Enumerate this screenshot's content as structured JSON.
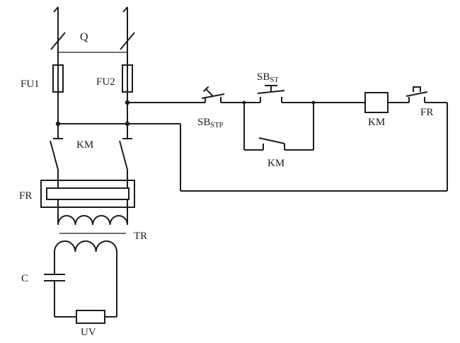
{
  "colors": {
    "line": "#1c1c1c",
    "background": "#ffffff"
  },
  "labels": {
    "q": "Q",
    "fu1": "FU1",
    "fu2": "FU2",
    "km_main": "KM",
    "fr_heater": "FR",
    "tr": "TR",
    "c": "C",
    "uv": "UV",
    "sb_stp_base": "SB",
    "sb_stp_sub": "STP",
    "sb_st_base": "SB",
    "sb_st_sub": "ST",
    "km_aux": "KM",
    "km_coil": "KM",
    "fr_contact": "FR"
  }
}
